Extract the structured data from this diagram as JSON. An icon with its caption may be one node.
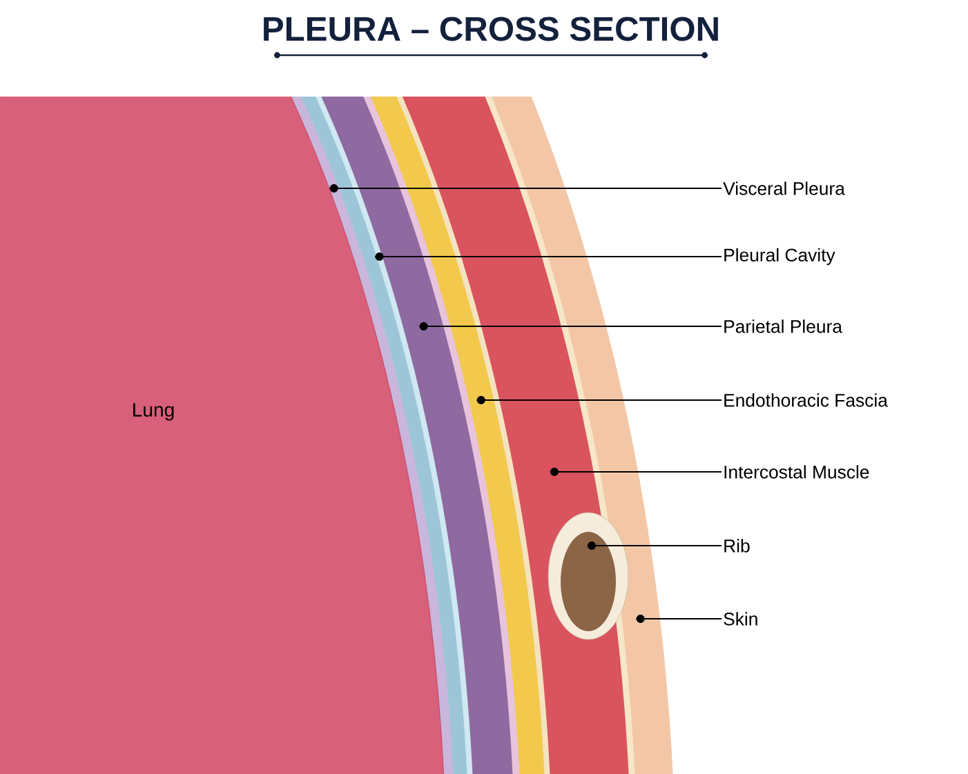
{
  "diagram": {
    "title": "PLEURA – CROSS SECTION",
    "nodes": [
      {
        "text": [
          "Visceral Pleura"
        ]
      },
      {
        "text": [
          "Pleural Cavity"
        ]
      },
      {
        "text": [
          "Parietal Pleura"
        ]
      },
      {
        "text": [
          "Endothoracic Fascia"
        ]
      },
      {
        "text": [
          "Intercostal Muscle"
        ]
      },
      {
        "text": [
          "Rib"
        ]
      },
      {
        "text": [
          "Skin"
        ]
      },
      {
        "text": [],
        "shape": "circle"
      },
      {
        "text": [],
        "shape": "circle"
      },
      {
        "text": [],
        "shape": "circle"
      },
      {
        "text": [],
        "shape": "circle"
      },
      {
        "text": [],
        "shape": "circle"
      },
      {
        "text": [],
        "shape": "circle"
      },
      {
        "text": [],
        "shape": "circle"
      }
    ],
    "edges": [
      {
        "from": 0,
        "to": 7,
        "arrow": "none"
      },
      {
        "from": 1,
        "to": 8,
        "arrow": "none"
      },
      {
        "from": 2,
        "to": 9,
        "arrow": "none"
      },
      {
        "from": 3,
        "to": 10,
        "arrow": "none"
      },
      {
        "from": 4,
        "to": 11,
        "arrow": "none"
      },
      {
        "from": 5,
        "to": 12,
        "arrow": "none"
      },
      {
        "from": 6,
        "to": 13,
        "arrow": "none"
      }
    ],
    "labels": [
      "Lung"
    ]
  }
}
